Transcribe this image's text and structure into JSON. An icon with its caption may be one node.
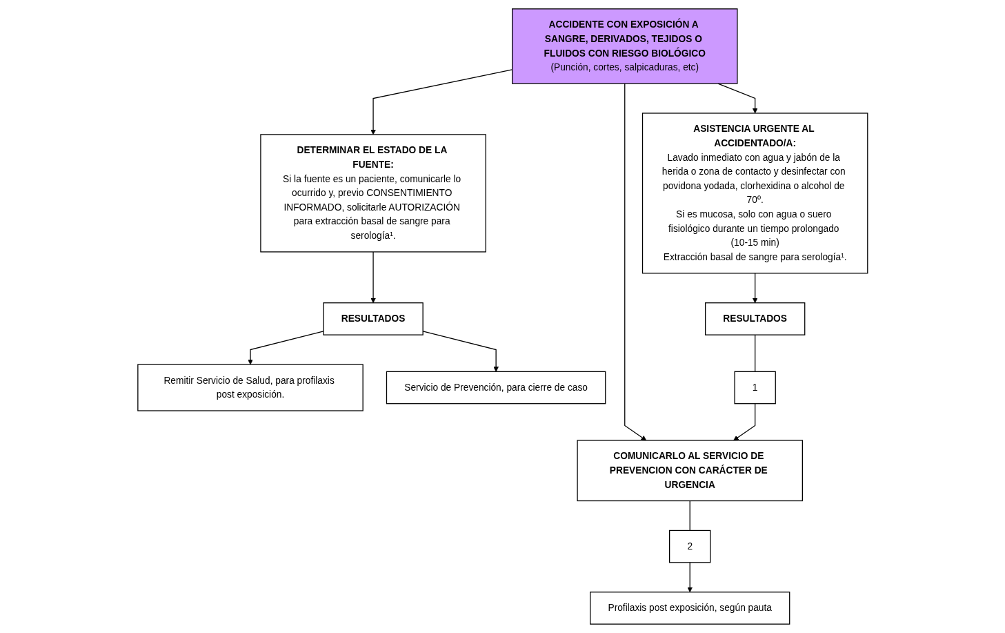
{
  "diagram": {
    "nodes": [
      {
        "text": [
          "ACCIDENTE CON EXPOSICIÓN A SANGRE, DERIVADOS, TEJIDOS O FLUIDOS CON RIESGO BIOLÓGICO",
          "(Punción, cortes, salpicaduras, etc)"
        ]
      },
      {
        "text": [
          "DETERMINAR EL ESTADO DE LA FUENTE:",
          "Si la fuente es un paciente, comunicarle lo ocurrido y, previo CONSENTIMIENTO INFORMADO, solicitarle AUTORIZACIÓN para extracción basal de sangre para serología¹."
        ]
      },
      {
        "text": [
          "ASISTENCIA URGENTE AL ACCIDENTADO/A:",
          "Lavado inmediato con agua y jabón de la herida o zona de contacto y desinfectar con povidona yodada, clorhexidina o alcohol de 70º.",
          "Si es mucosa, solo con agua o suero fisiológico durante un tiempo prolongado (10-15 min)",
          "Extracción basal de sangre para serología¹."
        ]
      },
      {
        "text": [
          "COMUNICARLO AL SERVICIO DE PREVENCION CON CARÁCTER DE URGENCIA"
        ]
      },
      {
        "text": [
          "RESULTADOS"
        ]
      },
      {
        "text": [
          "Remitir Servicio de Salud, para profilaxis post exposición."
        ]
      },
      {
        "text": [
          "Servicio de Prevención, para cierre de caso"
        ]
      },
      {
        "text": [
          "RESULTADOS"
        ]
      },
      {
        "text": [
          "1"
        ]
      },
      {
        "text": [
          "2"
        ]
      },
      {
        "text": [
          "Profilaxis post exposición, según pauta"
        ]
      }
    ],
    "edges": [
      {
        "from": 0,
        "to": 1,
        "arrow": "to"
      },
      {
        "from": 0,
        "to": 2,
        "arrow": "to"
      },
      {
        "from": 0,
        "to": 3,
        "arrow": "to"
      },
      {
        "from": 1,
        "to": 4,
        "arrow": "to"
      },
      {
        "from": 4,
        "to": 5,
        "arrow": "to"
      },
      {
        "from": 4,
        "to": 6,
        "arrow": "to"
      },
      {
        "from": 2,
        "to": 7,
        "arrow": "to"
      },
      {
        "from": 7,
        "to": 8,
        "arrow": "none"
      },
      {
        "from": 8,
        "to": 3,
        "arrow": "to"
      },
      {
        "from": 3,
        "to": 9,
        "arrow": "none"
      },
      {
        "from": 9,
        "to": 10,
        "arrow": "to"
      }
    ]
  }
}
